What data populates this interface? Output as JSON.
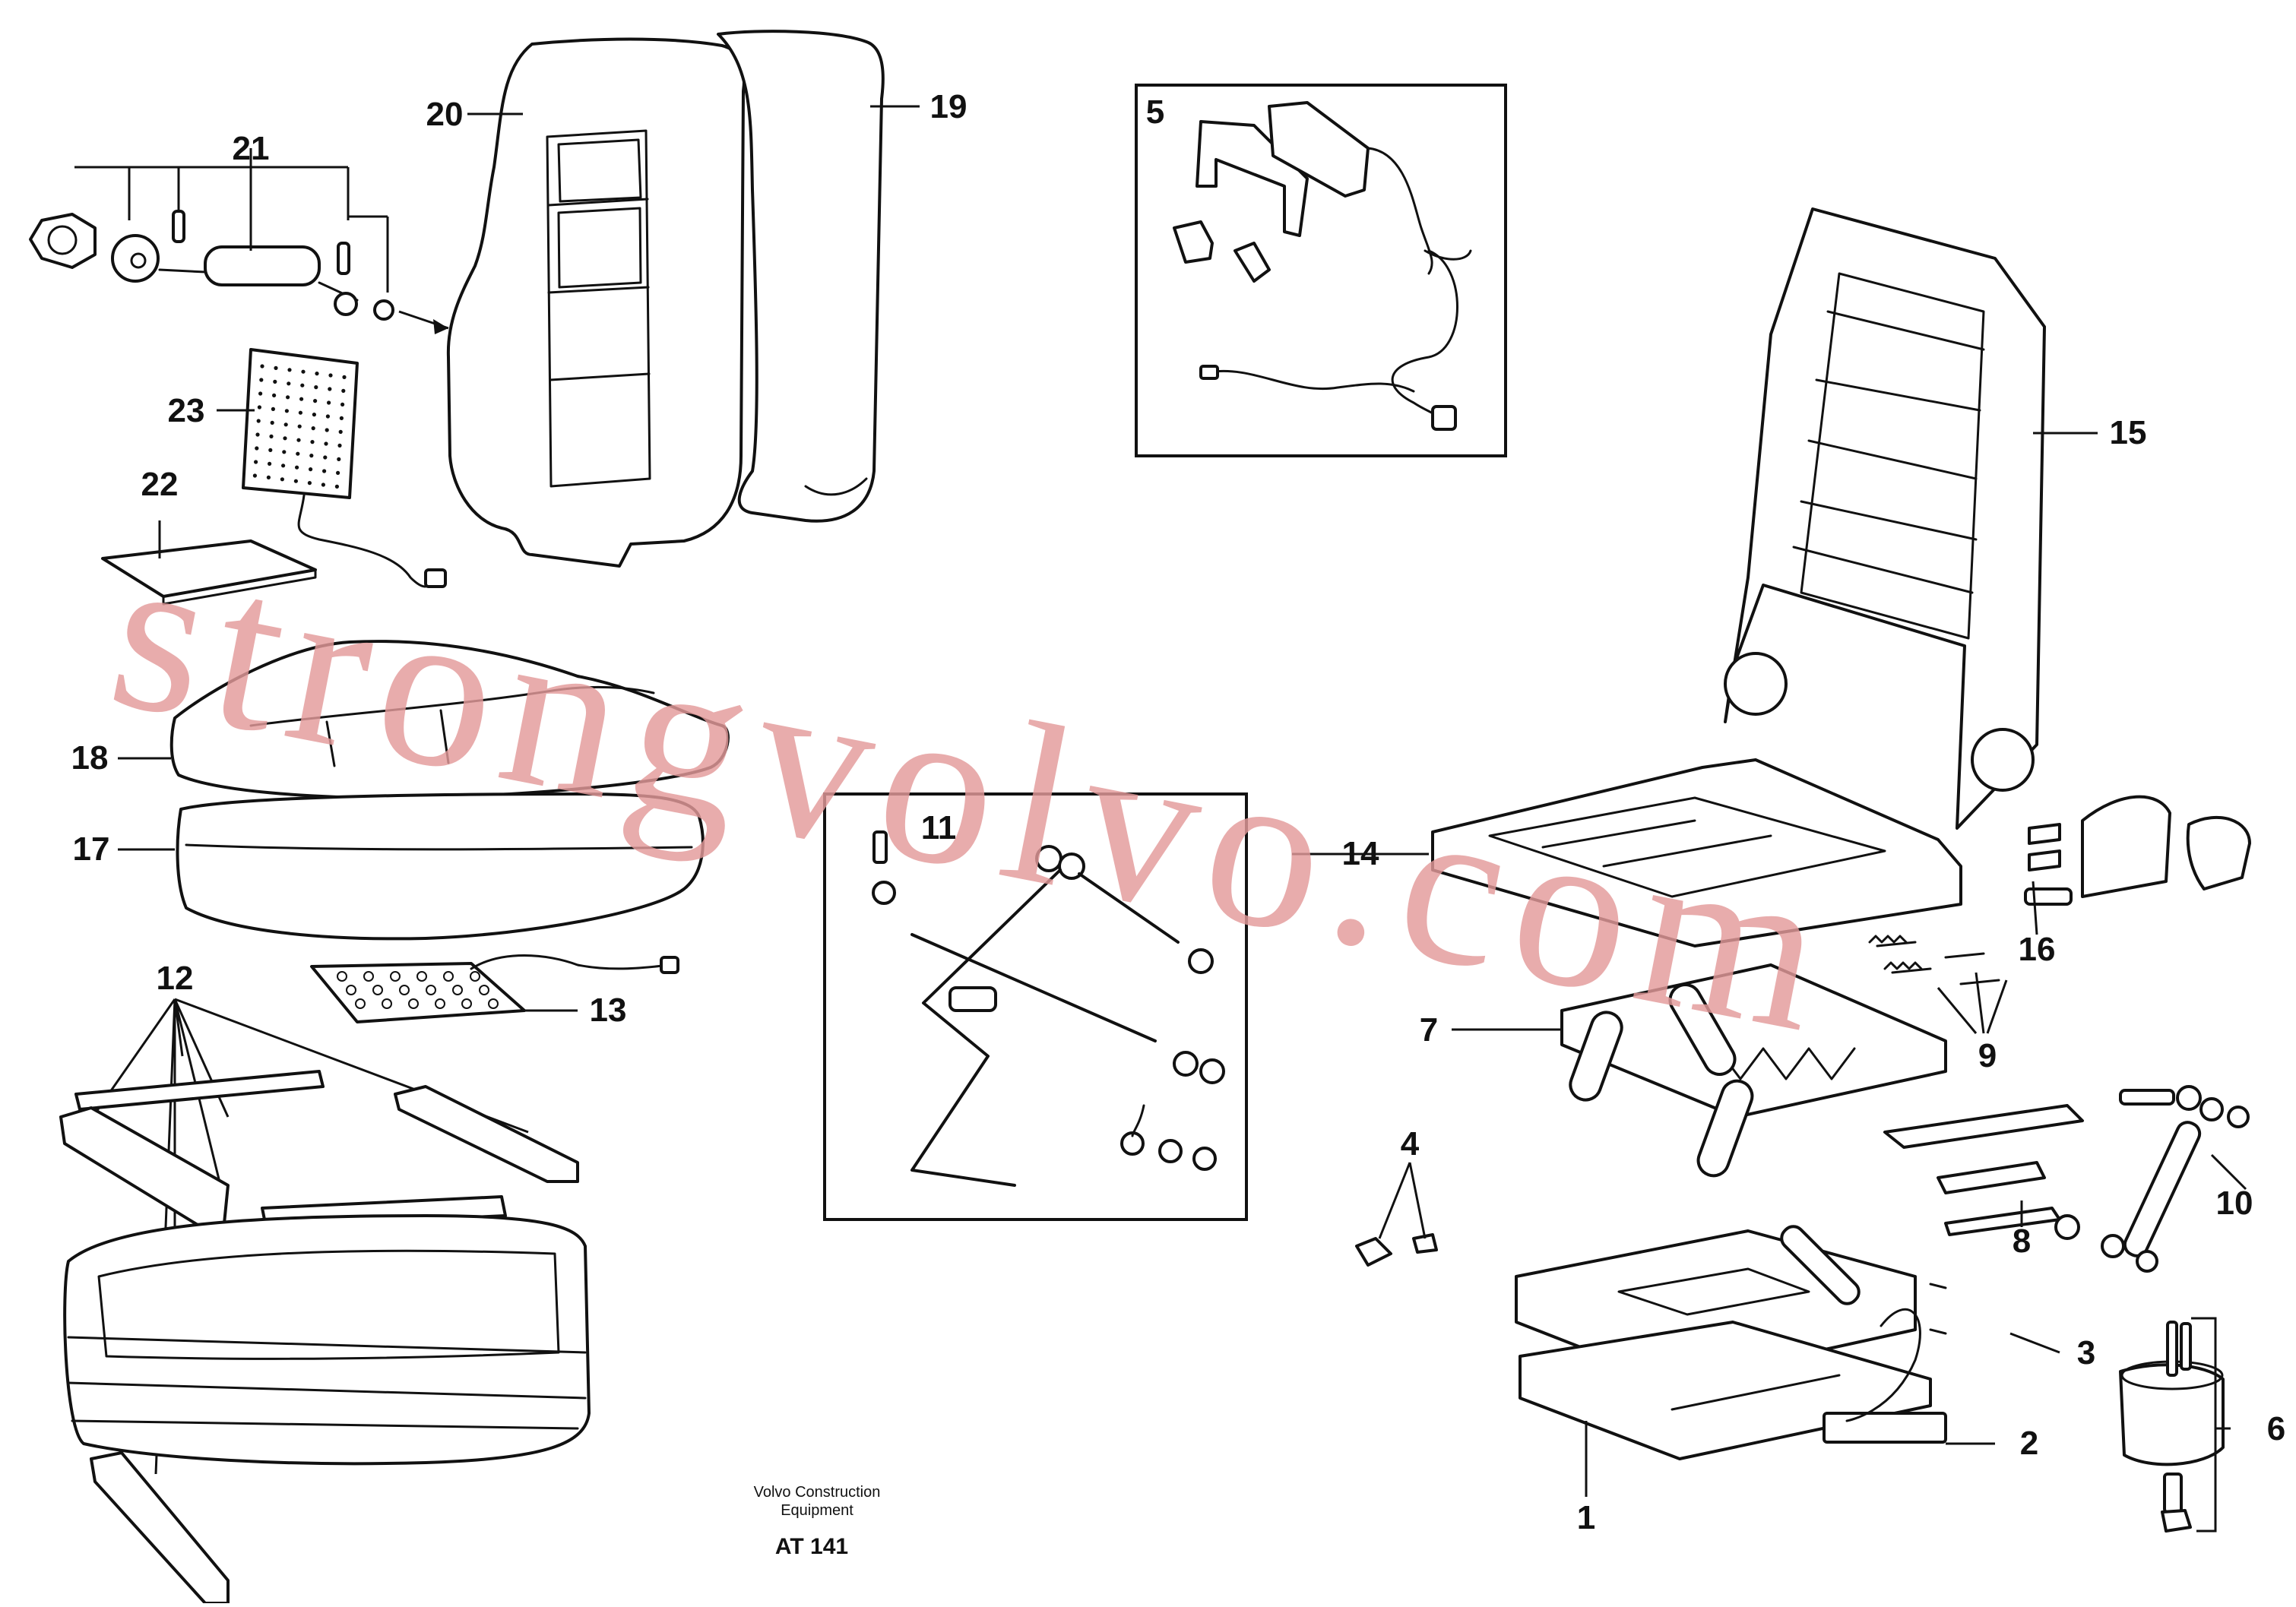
{
  "diagram": {
    "caption_line1": "Volvo Construction",
    "caption_line2": "Equipment",
    "drawing_code": "AT 141",
    "watermark": "strongvolvo.com",
    "colors": {
      "ink": "#111111",
      "watermark": "#e39a9a",
      "background": "#ffffff"
    },
    "callouts": [
      "1",
      "2",
      "3",
      "4",
      "5",
      "6",
      "7",
      "8",
      "9",
      "10",
      "11",
      "12",
      "13",
      "14",
      "15",
      "16",
      "17",
      "18",
      "19",
      "20",
      "21",
      "22",
      "23"
    ]
  }
}
